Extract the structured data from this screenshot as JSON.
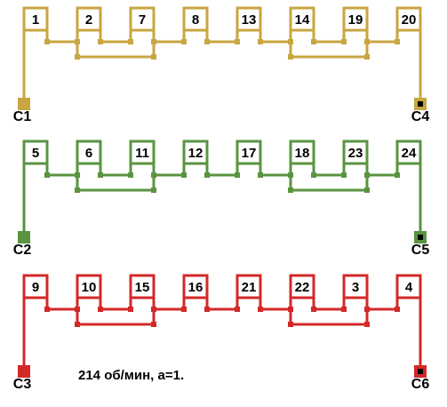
{
  "phases": [
    {
      "id": "phase-a",
      "color": "#c8a640",
      "slots": [
        "1",
        "2",
        "7",
        "8",
        "13",
        "14",
        "19",
        "20"
      ],
      "start_terminal": "C1",
      "end_terminal": "C4"
    },
    {
      "id": "phase-b",
      "color": "#5a9440",
      "slots": [
        "5",
        "6",
        "11",
        "12",
        "17",
        "18",
        "23",
        "24"
      ],
      "start_terminal": "C2",
      "end_terminal": "C5"
    },
    {
      "id": "phase-c",
      "color": "#d42828",
      "slots": [
        "9",
        "10",
        "15",
        "16",
        "21",
        "22",
        "3",
        "4"
      ],
      "start_terminal": "C3",
      "end_terminal": "C6"
    }
  ],
  "caption": "214 об/мин, a=1."
}
